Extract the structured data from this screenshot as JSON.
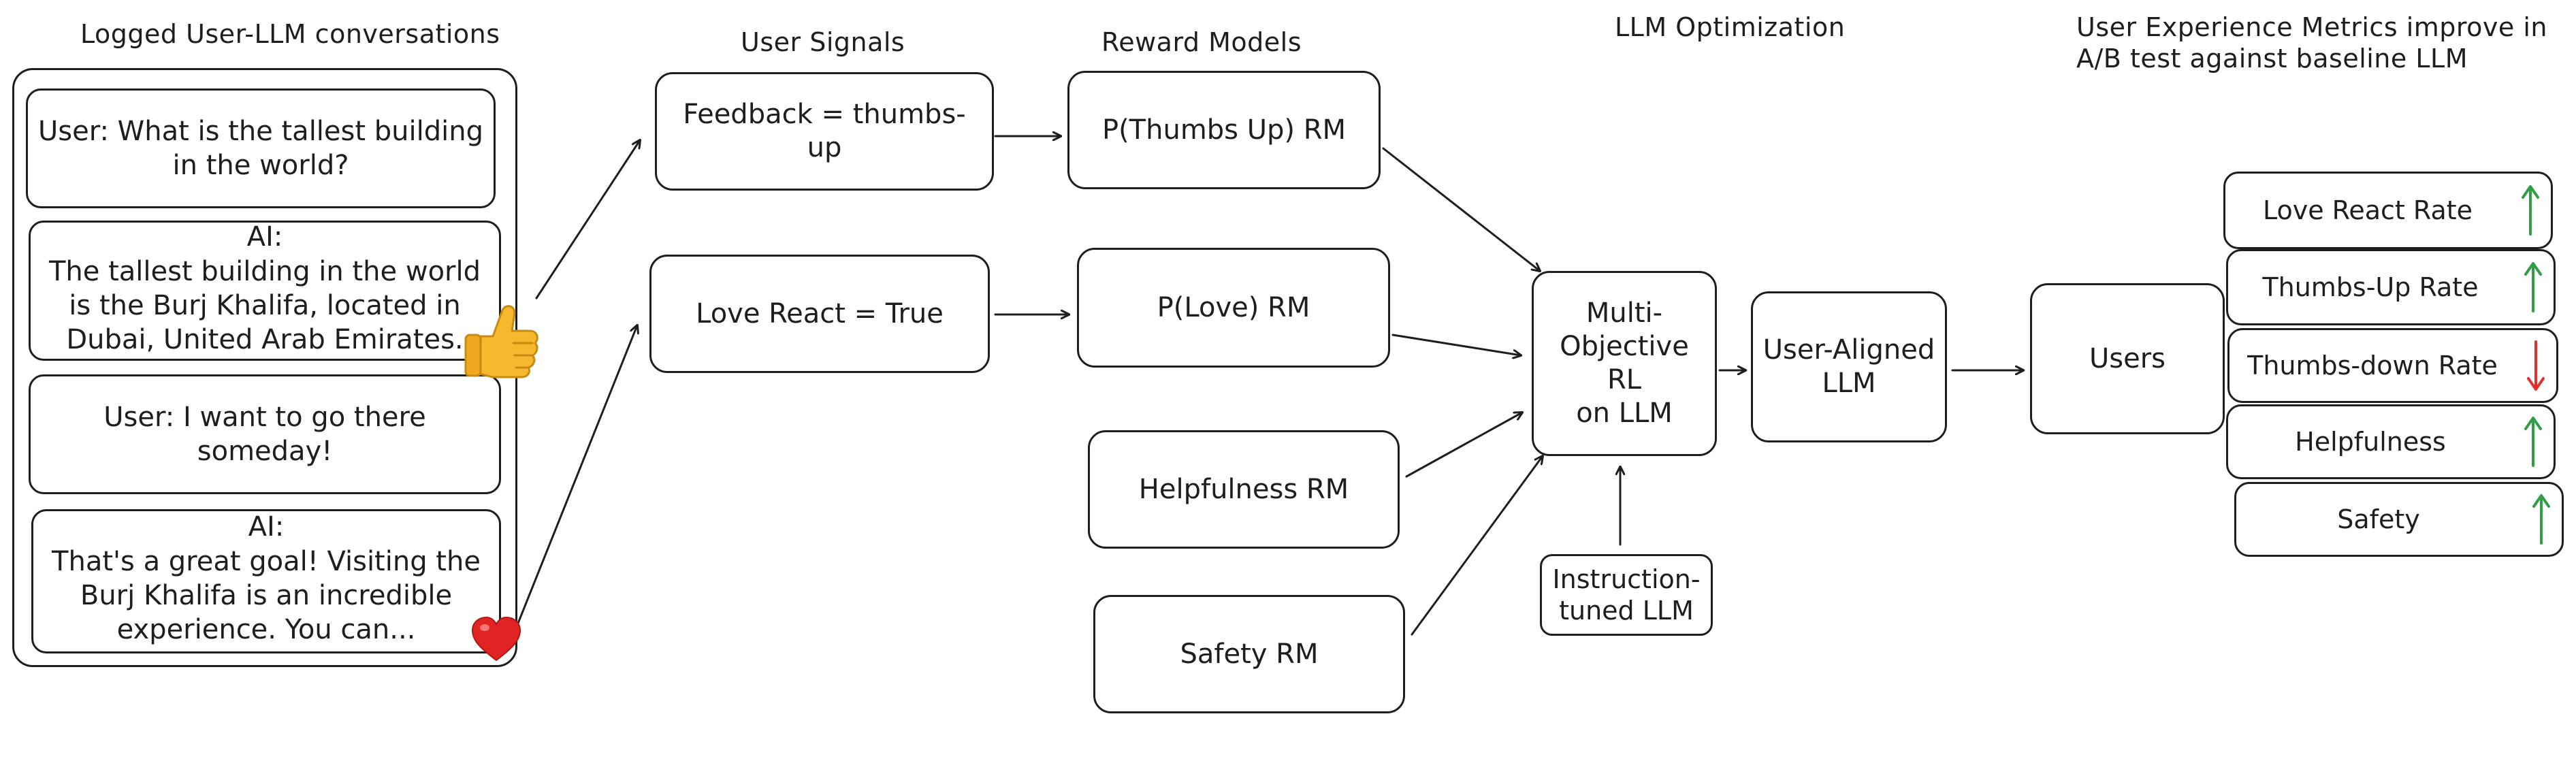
{
  "headers": {
    "logged": "Logged User-LLM conversations",
    "signals": "User Signals",
    "reward": "Reward Models",
    "optimization": "LLM Optimization",
    "metrics_line1": "User Experience Metrics improve in",
    "metrics_line2": "A/B test against baseline LLM"
  },
  "conversation": [
    {
      "speaker": "",
      "text": "User: What is the tallest building in the world?"
    },
    {
      "speaker": "AI:",
      "text": "The tallest building in the world is the Burj Khalifa, located in Dubai, United Arab Emirates."
    },
    {
      "speaker": "",
      "text": "User: I want to go there someday!"
    },
    {
      "speaker": "AI:",
      "text": "That's a great goal! Visiting the Burj Khalifa is an incredible experience. You can..."
    }
  ],
  "signals": {
    "feedback": "Feedback = thumbs-up",
    "love": "Love React = True"
  },
  "reward_models": {
    "thumbs": "P(Thumbs Up) RM",
    "love": "P(Love) RM",
    "helpfulness": "Helpfulness RM",
    "safety": "Safety RM"
  },
  "optimization": {
    "rl_line1": "Multi-",
    "rl_line2": "Objective RL",
    "rl_line3": "on LLM",
    "instr_line1": "Instruction-",
    "instr_line2": "tuned LLM",
    "aligned_line1": "User-Aligned",
    "aligned_line2": "LLM"
  },
  "users": "Users",
  "metrics": [
    {
      "label": "Love React Rate",
      "direction": "up"
    },
    {
      "label": "Thumbs-Up Rate",
      "direction": "up"
    },
    {
      "label": "Thumbs-down Rate",
      "direction": "down"
    },
    {
      "label": "Helpfulness",
      "direction": "up"
    },
    {
      "label": "Safety",
      "direction": "up"
    }
  ],
  "icons": {
    "thumbs": "thumbs-up-emoji",
    "love": "heart-emoji"
  },
  "colors": {
    "stroke": "#1e1e1e",
    "up_arrow": "#2f9e44",
    "down_arrow": "#e03131",
    "thumb": "#f5b82e",
    "heart": "#e02424"
  }
}
